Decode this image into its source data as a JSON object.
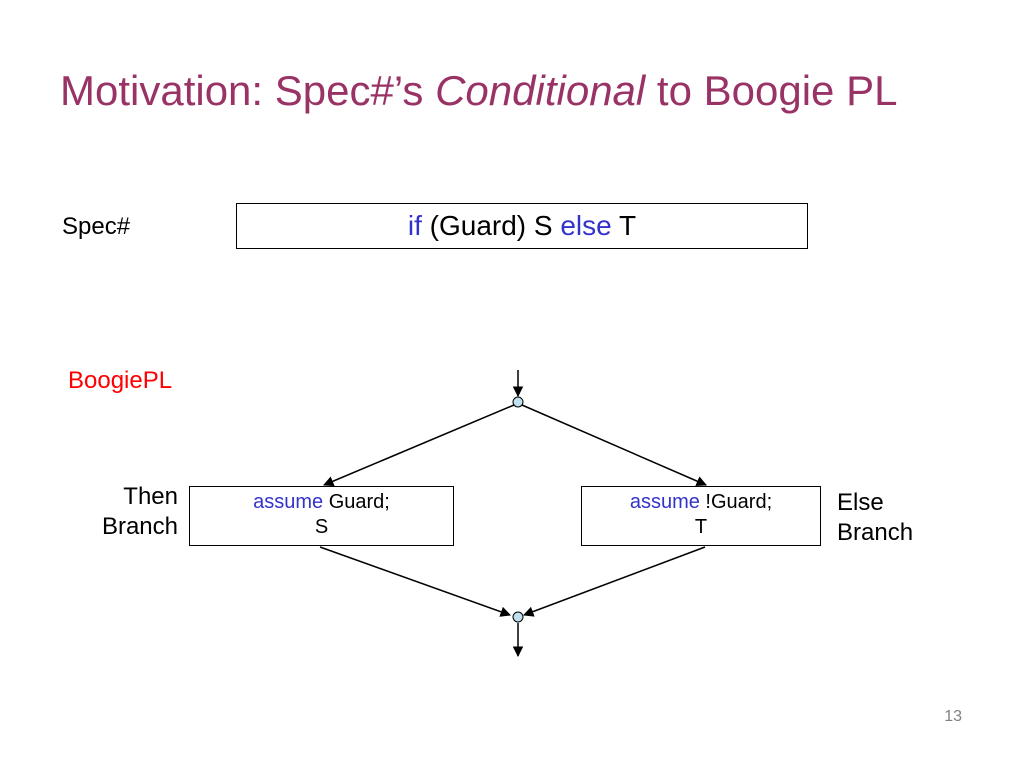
{
  "slide": {
    "title_part1": "Motivation: Spec#’s ",
    "title_part2": "Conditional",
    "title_part3": " to Boogie PL",
    "title_color": "#993366",
    "page_number": "13"
  },
  "spec": {
    "label": "Spec#",
    "code": {
      "kw_if": "if",
      "guard": " (Guard) S ",
      "kw_else": "else",
      "tail": " T"
    }
  },
  "boogie": {
    "label": "BoogiePL",
    "label_color": "#ff0000",
    "then_branch": {
      "label_line1": "Then",
      "label_line2": "Branch",
      "kw": "assume",
      "stmt": " Guard;",
      "body": "S"
    },
    "else_branch": {
      "label_line1": "Else",
      "label_line2": "Branch",
      "kw": "assume",
      "stmt": " !Guard;",
      "body": "T"
    }
  },
  "colors": {
    "keyword": "#3333cc",
    "node_fill": "#bfe0ec"
  }
}
